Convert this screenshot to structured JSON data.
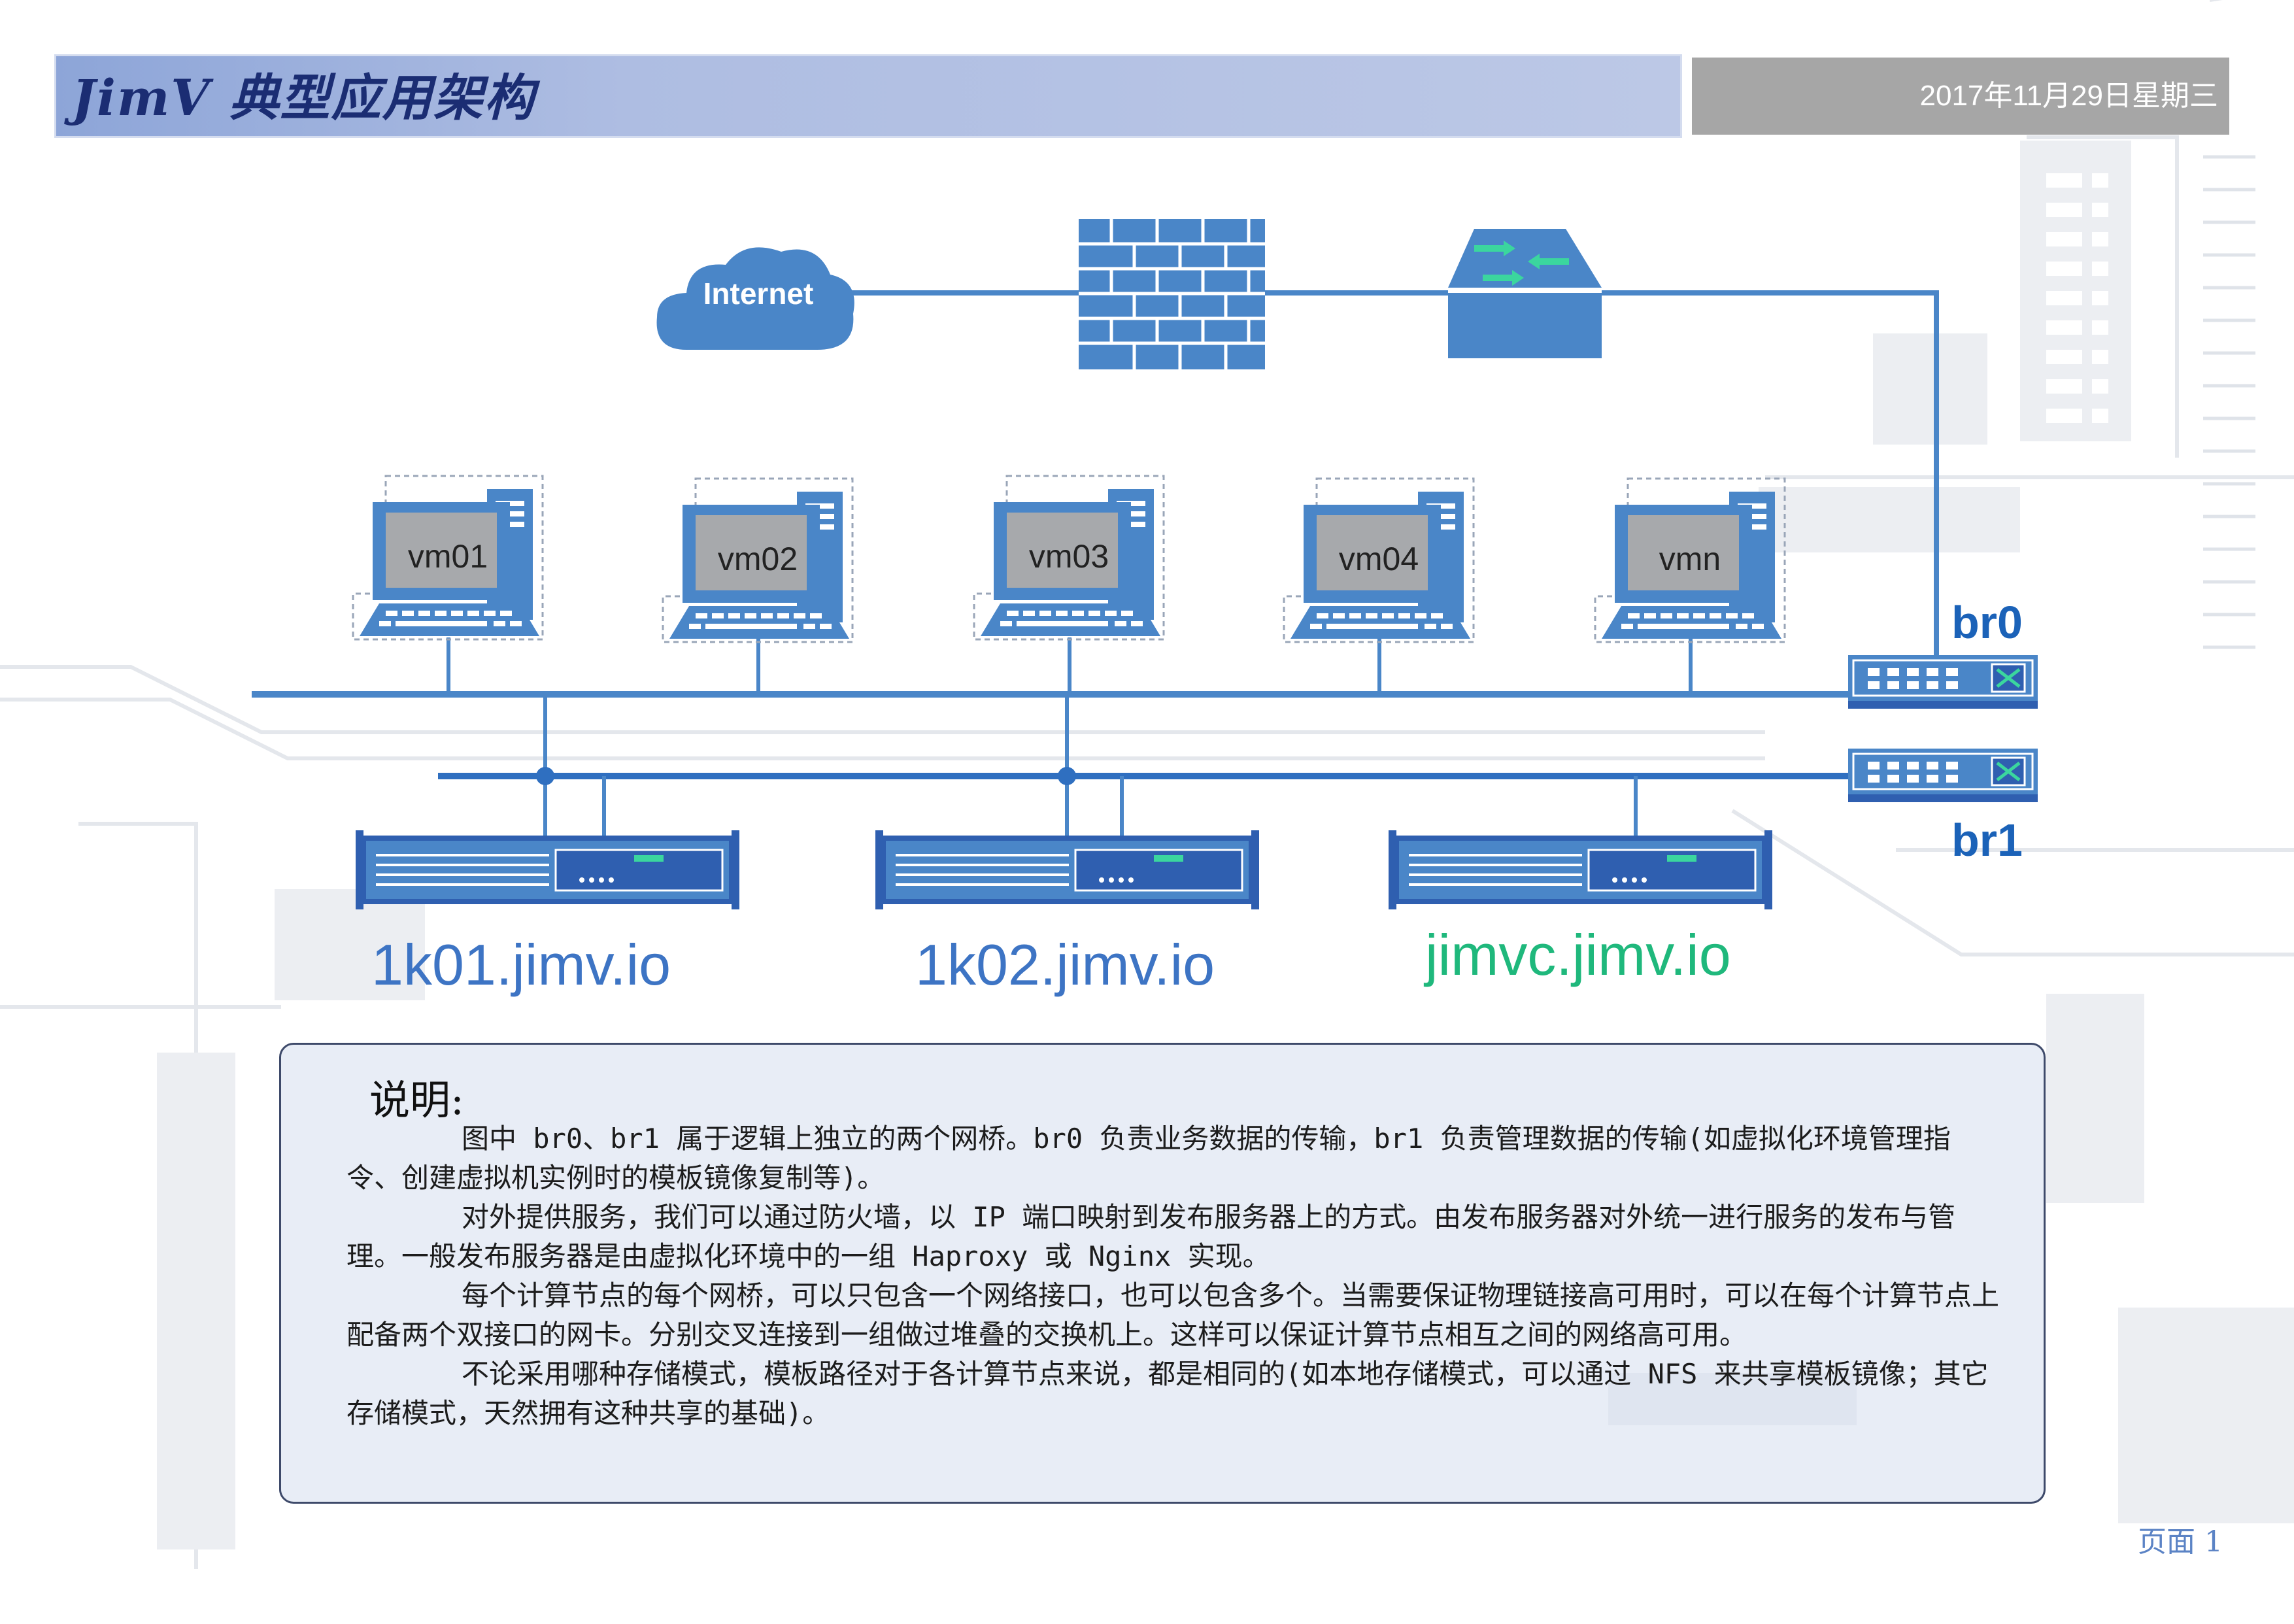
{
  "header": {
    "title": "JimV 典型应用架构",
    "date": "2017年11月29日星期三"
  },
  "network": {
    "internet_label": "Internet",
    "firewall_icon": "firewall-icon",
    "router_icon": "router-icon"
  },
  "vms": [
    {
      "label": "vm01"
    },
    {
      "label": "vm02"
    },
    {
      "label": "vm03"
    },
    {
      "label": "vm04"
    },
    {
      "label": "vmn"
    }
  ],
  "bridges": {
    "br0": "br0",
    "br1": "br1"
  },
  "servers": [
    {
      "label": "1k01.jimv.io",
      "color": "#3d74c4"
    },
    {
      "label": "1k02.jimv.io",
      "color": "#3d74c4"
    },
    {
      "label": "jimvc.jimv.io",
      "color": "#1fb87c"
    }
  ],
  "notes": {
    "heading": "说明:",
    "paragraphs": [
      "图中 br0、br1 属于逻辑上独立的两个网桥。br0 负责业务数据的传输，br1 负责管理数据的传输(如虚拟化环境管理指令、创建虚拟机实例时的模板镜像复制等)。",
      "对外提供服务，我们可以通过防火墙，以 IP 端口映射到发布服务器上的方式。由发布服务器对外统一进行服务的发布与管理。一般发布服务器是由虚拟化环境中的一组 Haproxy 或 Nginx 实现。",
      "每个计算节点的每个网桥，可以只包含一个网络接口，也可以包含多个。当需要保证物理链接高可用时，可以在每个计算节点上配备两个双接口的网卡。分别交叉连接到一组做过堆叠的交换机上。这样可以保证计算节点相互之间的网络高可用。",
      "不论采用哪种存储模式，模板路径对于各计算节点来说，都是相同的(如本地存储模式，可以通过 NFS 来共享模板镜像；其它存储模式，天然拥有这种共享的基础)。"
    ]
  },
  "footer": {
    "page": "页面 1"
  },
  "colors": {
    "accent_blue": "#4a86c8",
    "line_blue": "#3a7ec2",
    "title_bar": "#aebde2",
    "date_bar": "#a6a6a6",
    "jimvc_green": "#1fb87c"
  }
}
